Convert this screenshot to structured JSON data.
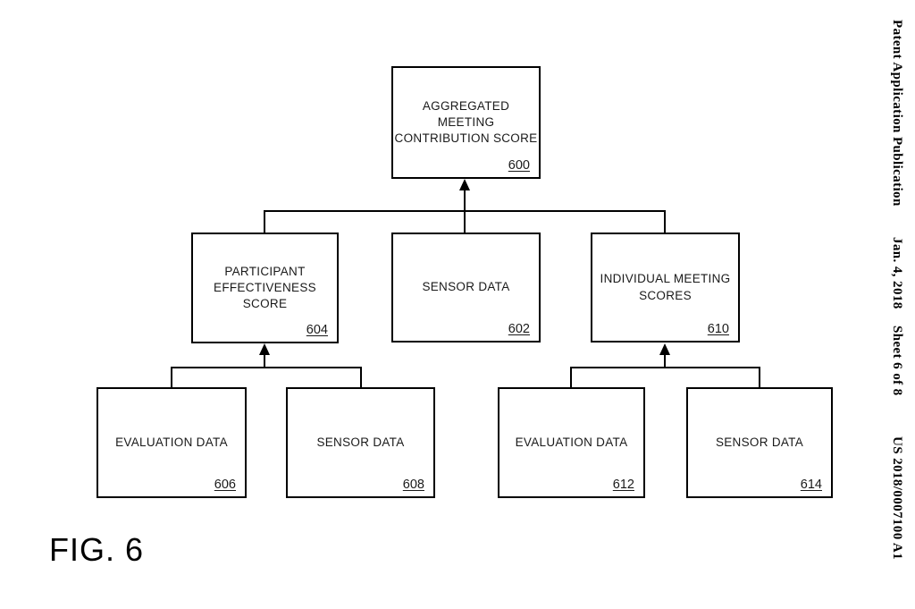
{
  "figure_label": "FIG. 6",
  "page_header": {
    "publication": "Patent Application Publication",
    "date": "Jan. 4, 2018",
    "sheet": "Sheet 6 of 8",
    "document_number": "US 2018/0007100 A1"
  },
  "diagram": {
    "nodes": [
      {
        "id": "600",
        "title": [
          "AGGREGATED",
          "MEETING",
          "CONTRIBUTION SCORE"
        ],
        "ref": "600"
      },
      {
        "id": "602",
        "title": [
          "SENSOR DATA"
        ],
        "ref": "602"
      },
      {
        "id": "604",
        "title": [
          "PARTICIPANT",
          "EFFECTIVENESS",
          "SCORE"
        ],
        "ref": "604"
      },
      {
        "id": "606",
        "title": [
          "EVALUATION DATA"
        ],
        "ref": "606"
      },
      {
        "id": "608",
        "title": [
          "SENSOR DATA"
        ],
        "ref": "608"
      },
      {
        "id": "610",
        "title": [
          "INDIVIDUAL MEETING",
          "SCORES"
        ],
        "ref": "610"
      },
      {
        "id": "612",
        "title": [
          "EVALUATION DATA"
        ],
        "ref": "612"
      },
      {
        "id": "614",
        "title": [
          "SENSOR DATA"
        ],
        "ref": "614"
      }
    ],
    "edges": [
      {
        "from": "602",
        "to": "600"
      },
      {
        "from": "604",
        "to": "600"
      },
      {
        "from": "610",
        "to": "600"
      },
      {
        "from": "606",
        "to": "604"
      },
      {
        "from": "608",
        "to": "604"
      },
      {
        "from": "612",
        "to": "610"
      },
      {
        "from": "614",
        "to": "610"
      }
    ]
  },
  "colors": {
    "ink": "#000000",
    "background": "#ffffff"
  }
}
